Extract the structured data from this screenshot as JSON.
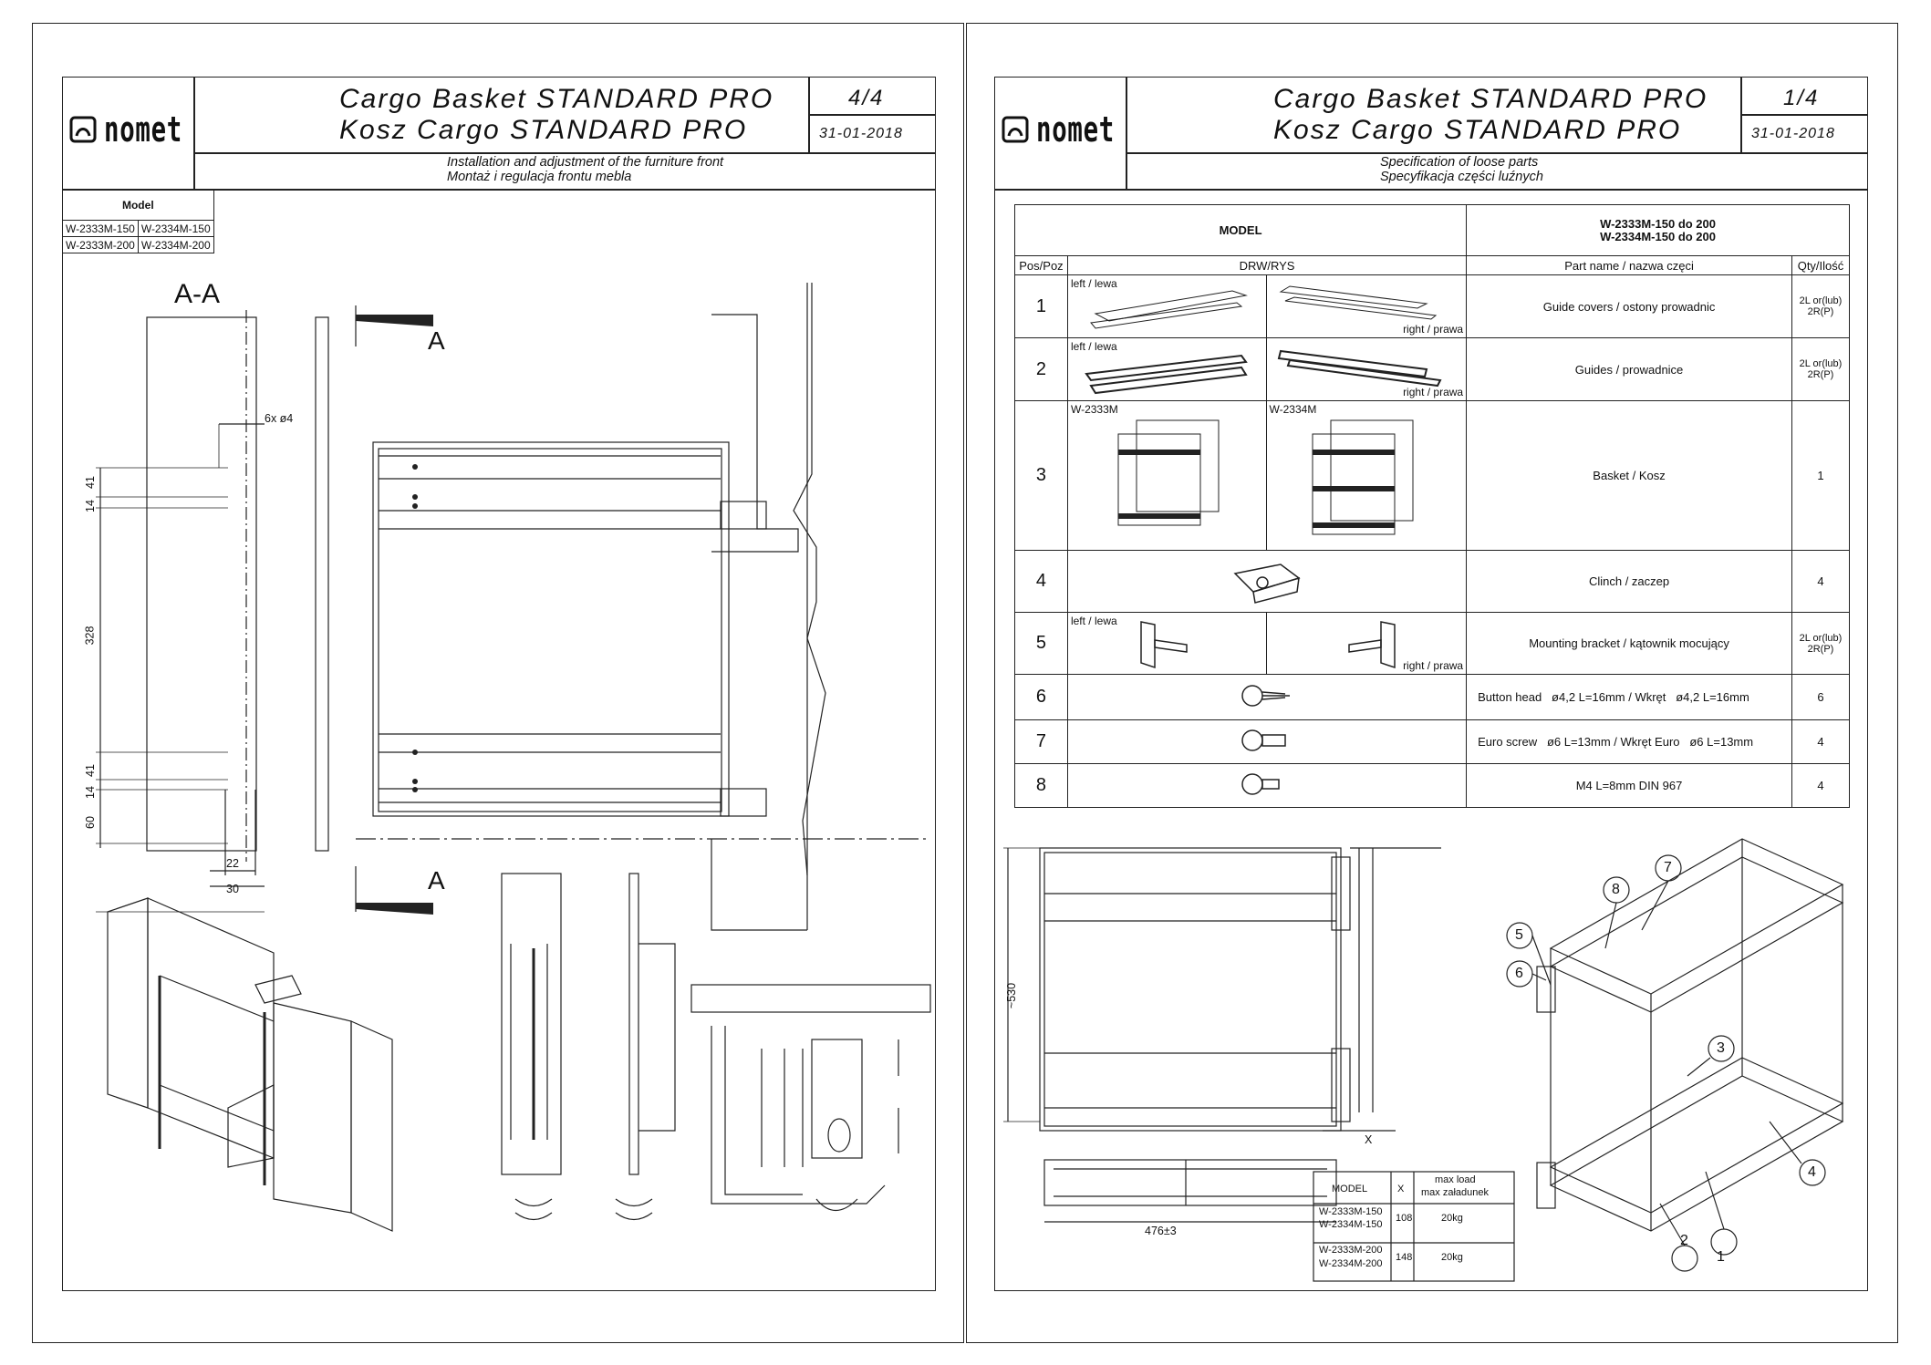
{
  "left_sheet": {
    "logo_text": "nomet",
    "title_en": "Cargo Basket STANDARD PRO",
    "title_pl": "Kosz Cargo STANDARD PRO",
    "page": "4/4",
    "date": "31-01-2018",
    "subtitle_en": "Installation and adjustment of the furniture front",
    "subtitle_pl": "Montaż i regulacja frontu mebla",
    "model_table": {
      "header": "Model",
      "rows": [
        [
          "W-2333M-150",
          "W-2334M-150"
        ],
        [
          "W-2333M-200",
          "W-2334M-200"
        ]
      ]
    },
    "section_label": "A-A",
    "section_marker": "A",
    "hole_label": "6x ø4",
    "dims": {
      "d14a": "14",
      "d41a": "41",
      "d328": "328",
      "d14b": "14",
      "d41b": "41",
      "d60": "60",
      "d22": "22",
      "d30": "30"
    }
  },
  "right_sheet": {
    "logo_text": "nomet",
    "title_en": "Cargo Basket STANDARD PRO",
    "title_pl": "Kosz Cargo STANDARD PRO",
    "page": "1/4",
    "date": "31-01-2018",
    "subtitle_en": "Specification of loose parts",
    "subtitle_pl": "Specyfikacja części luźnych",
    "spec": {
      "model_label": "MODEL",
      "models_line1": "W-2333M-150 do 200",
      "models_line2": "W-2334M-150 do 200",
      "col_pos": "Pos/Poz",
      "col_drw": "DRW/RYS",
      "col_part": "Part name / nazwa częci",
      "col_qty": "Qty/Ilość",
      "left_label": "left / lewa",
      "right_label": "right / prawa",
      "model_a": "W-2333M",
      "model_b": "W-2334M",
      "rows": [
        {
          "pos": "1",
          "part": "Guide covers / ostony prowadnic",
          "qty": "2L or(lub) 2R(P)"
        },
        {
          "pos": "2",
          "part": "Guides / prowadnice",
          "qty": "2L or(lub) 2R(P)"
        },
        {
          "pos": "3",
          "part": "Basket / Kosz",
          "qty": "1"
        },
        {
          "pos": "4",
          "part": "Clinch / zaczep",
          "qty": "4"
        },
        {
          "pos": "5",
          "part": "Mounting bracket / kątownik mocujący",
          "qty": "2L or(lub) 2R(P)"
        },
        {
          "pos": "6",
          "part": "Button head   ø4,2 L=16mm / Wkręt   ø4,2 L=16mm",
          "qty": "6"
        },
        {
          "pos": "7",
          "part": "Euro screw   ø6 L=13mm / Wkręt Euro   ø6 L=13mm",
          "qty": "4"
        },
        {
          "pos": "8",
          "part": "M4 L=8mm DIN 967",
          "qty": "4"
        }
      ]
    },
    "dims": {
      "height": "~530",
      "width": "476±3",
      "x": "X"
    },
    "load_table": {
      "col_model": "MODEL",
      "col_x": "X",
      "col_load_en": "max load",
      "col_load_pl": "max załadunek",
      "groups": [
        {
          "models": [
            "W-2333M-150",
            "W-2334M-150"
          ],
          "x": "108",
          "load": "20kg"
        },
        {
          "models": [
            "W-2333M-200",
            "W-2334M-200"
          ],
          "x": "148",
          "load": "20kg"
        }
      ]
    },
    "callouts": [
      "1",
      "2",
      "3",
      "4",
      "5",
      "6",
      "7",
      "8"
    ]
  }
}
